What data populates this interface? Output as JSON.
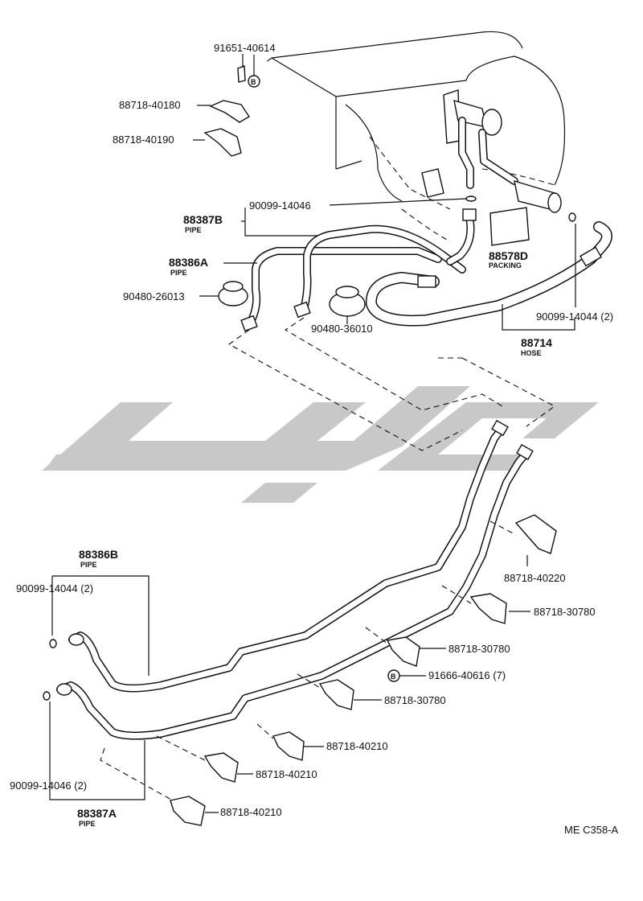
{
  "labels": {
    "p91651": "91651-40614",
    "p88718_40180": "88718-40180",
    "p88718_40190": "88718-40190",
    "p90099_14046_top": "90099-14046",
    "p88387B": "88387B",
    "p88387B_sub": "PIPE",
    "p88386A": "88386A",
    "p88386A_sub": "PIPE",
    "p90480_26013": "90480-26013",
    "p90480_36010": "90480-36010",
    "p88578D": "88578D",
    "p88578D_sub": "PACKING",
    "p90099_14044_top": "90099-14044 (2)",
    "p88714": "88714",
    "p88714_sub": "HOSE",
    "p88386B": "88386B",
    "p88386B_sub": "PIPE",
    "p90099_14044_bot": "90099-14044 (2)",
    "p88718_40220": "88718-40220",
    "p88718_30780_a": "88718-30780",
    "p88718_30780_b": "88718-30780",
    "p91666": "91666-40616 (7)",
    "p88718_30780_c": "88718-30780",
    "p88718_40210_a": "88718-40210",
    "p88718_40210_b": "88718-40210",
    "p88718_40210_c": "88718-40210",
    "p90099_14046_bot": "90099-14046 (2)",
    "p88387A": "88387A",
    "p88387A_sub": "PIPE",
    "fig_code": "ME C358-A",
    "marker_b": "B"
  }
}
